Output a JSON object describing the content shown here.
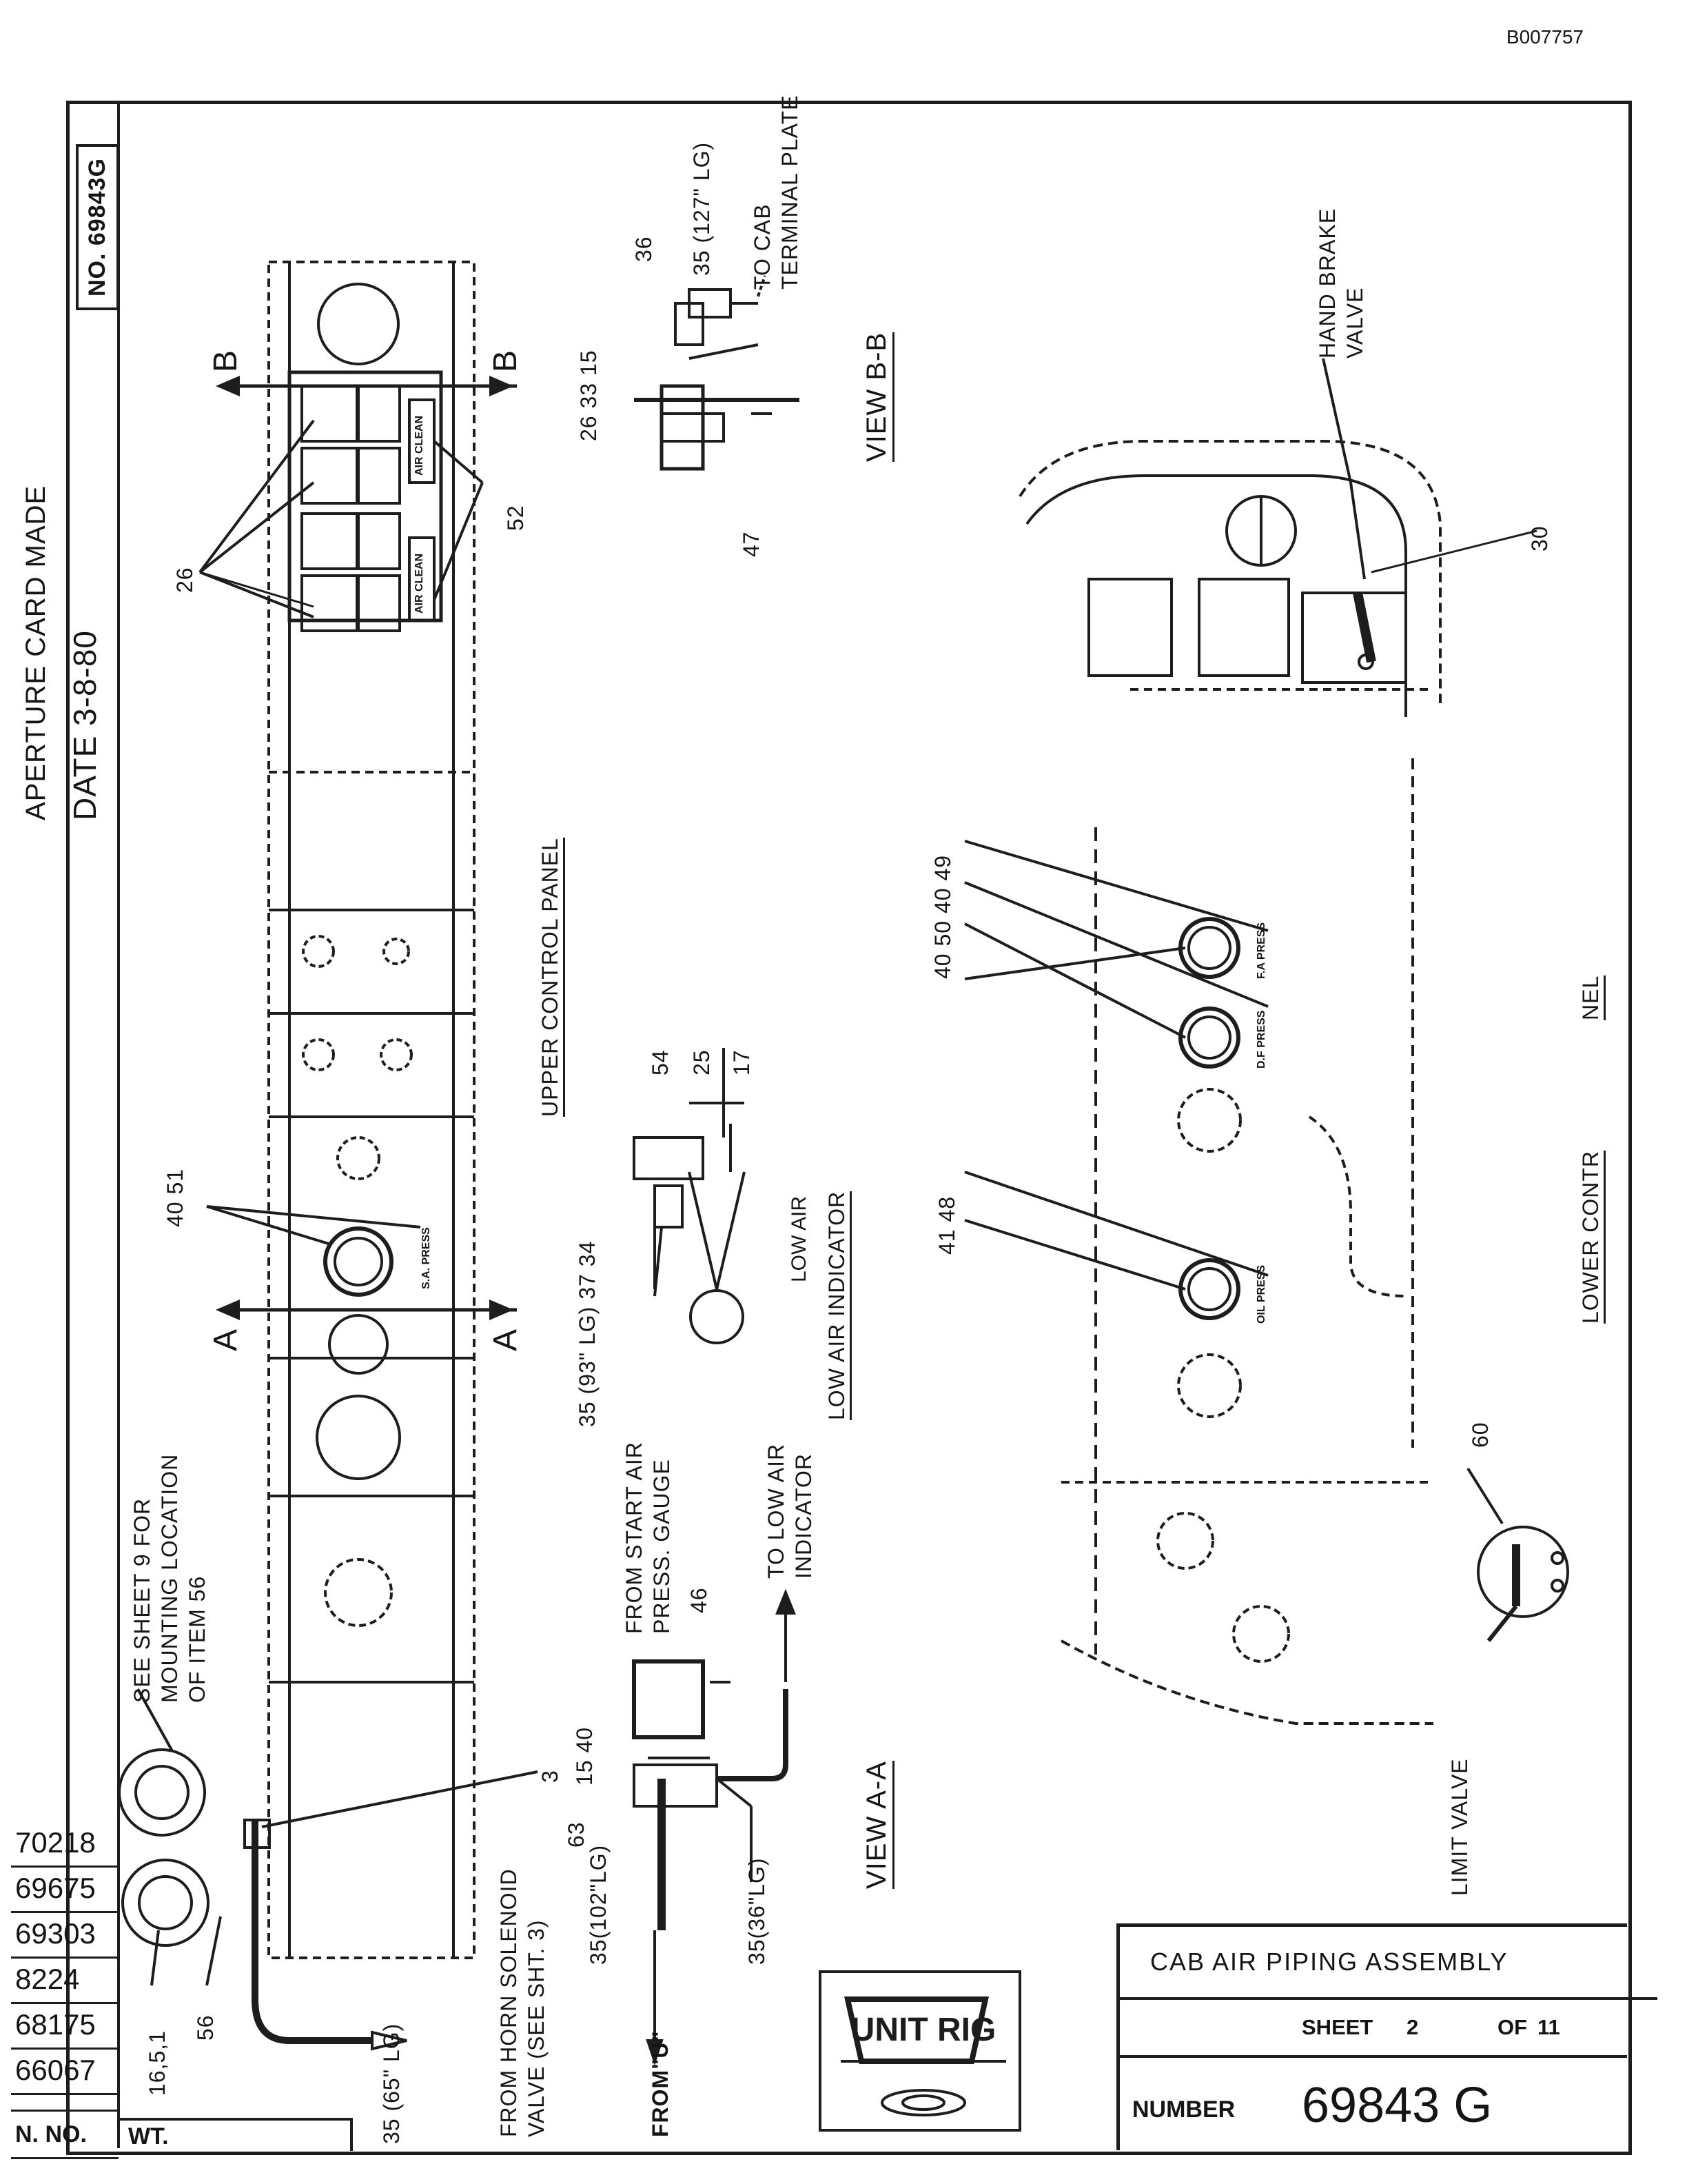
{
  "document_id": "B007757",
  "aperture_card": {
    "line1": "APERTURE CARD MADE",
    "line2": "DATE 3-8-80"
  },
  "top_number": "NO. 69843G",
  "views": {
    "upper_control_panel": "UPPER CONTROL PANEL",
    "low_air_indicator": "LOW AIR INDICATOR",
    "lower_control_panel_a": "LOWER CONTR",
    "lower_control_panel_b": "NEL",
    "view_a_a": "VIEW A-A",
    "view_b_b": "VIEW B-B"
  },
  "notes": {
    "sheet9": [
      "SEE SHEET 9 FOR",
      "MOUNTING LOCATION",
      "OF ITEM 56"
    ],
    "start_air": [
      "FROM START AIR",
      "PRESS. GAUGE"
    ],
    "low_air": [
      "TO LOW AIR",
      "INDICATOR"
    ],
    "horn": [
      "FROM HORN SOLENOID",
      "VALVE (SEE SHT. 3)"
    ],
    "hand_brake": [
      "HAND BRAKE",
      "VALVE"
    ],
    "limit_valve": "LIMIT VALVE",
    "cab_terminal": [
      "TO CAB",
      "TERMINAL PLATE"
    ],
    "from_u": "FROM\"U\""
  },
  "callouts": {
    "c26_top": "26",
    "c52": "52",
    "c40_51": "40 51",
    "c26_33_15": "26 33 15",
    "c36": "36",
    "c35_127": "35 (127\" LG)",
    "c47": "47",
    "c54": "54",
    "c25": "25",
    "c17": "17",
    "c35_93": "35 (93\" LG) 37 34",
    "c46": "46",
    "c3": "3",
    "c15_40": "15 40",
    "c63": "63",
    "c35_102": "35(102\"LG)",
    "c35_36": "35(36\"LG)",
    "c35_65": "35 (65\" LG)",
    "c16_5_1": "16,5,1",
    "c56": "56",
    "c60": "60",
    "c30": "30",
    "c41_48": "41 48",
    "c40_50_40_49": "40 50 40 49",
    "c40": "40"
  },
  "panel_labels": {
    "air_clean": "AIR CLEAN",
    "sa_press": "S.A. PRESS",
    "oil_press": "OIL PRESS",
    "df_press": "D.F PRESS",
    "fa_press": "F.A PRESS",
    "low_air": "LOW AIR",
    "section_a": "A",
    "section_b": "B"
  },
  "title_block": {
    "title": "CAB AIR PIPING ASSEMBLY",
    "sheet_label": "SHEET",
    "sheet_value": "2",
    "of_label": "OF",
    "of_value": "11",
    "number_label": "NUMBER",
    "number_value": "69843 G"
  },
  "logo_text": "UNIT RIG",
  "revisions": [
    "70218",
    "69675",
    "69303",
    "8224",
    "68175",
    "66067"
  ],
  "revision_header": "N. NO.",
  "weight_header": "WT."
}
